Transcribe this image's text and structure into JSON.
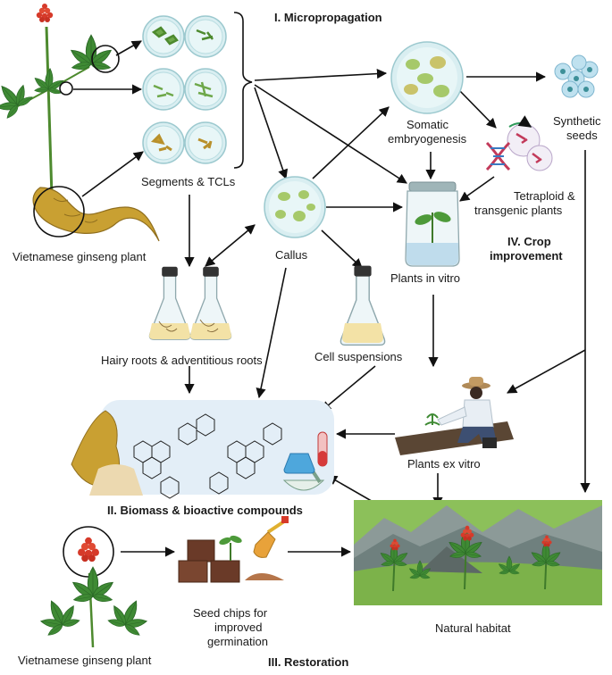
{
  "sections": {
    "micropropagation": "I. Micropropagation",
    "biomass": "II. Biomass & bioactive compounds",
    "restoration": "III. Restoration",
    "crop_improvement_line1": "IV. Crop",
    "crop_improvement_line2": "improvement"
  },
  "nodes": {
    "ginseng_plant_top": "Vietnamese ginseng plant",
    "segments": "Segments & TCLs",
    "callus": "Callus",
    "somatic_line1": "Somatic",
    "somatic_line2": "embryogenesis",
    "synthetic_line1": "Synthetic",
    "synthetic_line2": "seeds",
    "tetraploid_line1": "Tetraploid &",
    "tetraploid_line2": "transgenic plants",
    "plants_in_vitro": "Plants in vitro",
    "hairy_roots": "Hairy roots & adventitious roots",
    "cell_suspensions": "Cell suspensions",
    "plants_ex_vitro": "Plants ex vitro",
    "seed_chips_line1": "Seed chips for",
    "seed_chips_line2": "improved",
    "seed_chips_line3": "germination",
    "natural_habitat": "Natural habitat",
    "ginseng_plant_bottom": "Vietnamese ginseng plant"
  },
  "colors": {
    "leaf": "#3f8a34",
    "leaf_dark": "#2c6a27",
    "berry": "#d63a2a",
    "root": "#c9a032",
    "dish": "#cfe9ec",
    "callus": "#a6c96a",
    "flask_liquid": "#f3e2a6",
    "sky_panel": "#e3eef7",
    "grass": "#7cb24a",
    "mountain": "#7c8a88",
    "arrow": "#111111"
  }
}
